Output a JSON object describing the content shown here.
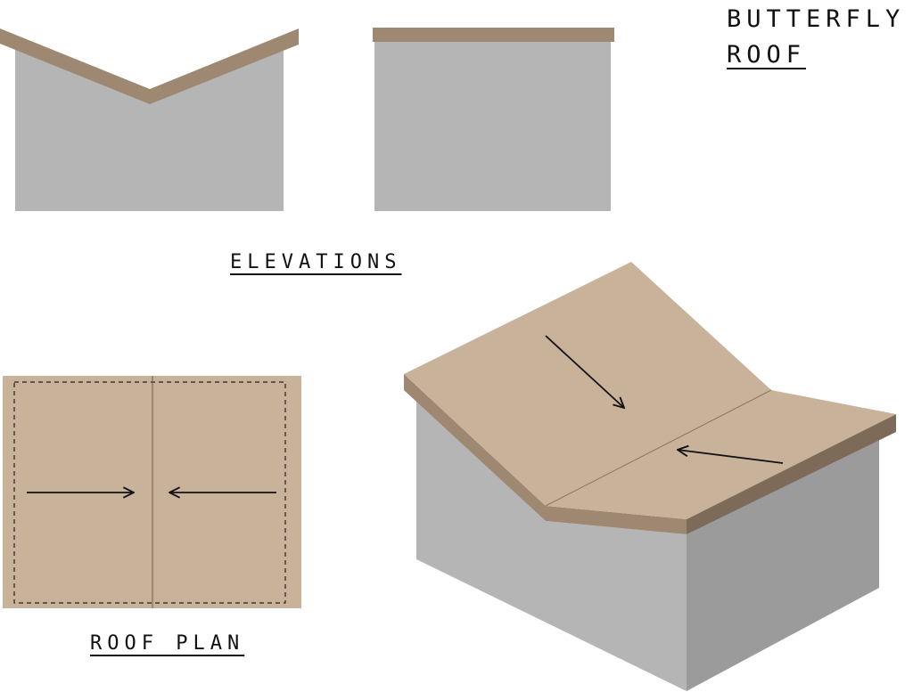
{
  "title": {
    "line1": "BUTTERFLY",
    "line2": "ROOF"
  },
  "labels": {
    "elevations": "ELEVATIONS",
    "roof_plan": "ROOF PLAN"
  },
  "colors": {
    "roof": "#c8b29a",
    "fascia": "#9e8872",
    "fascia_dark": "#7d6a58",
    "wall": "#b4b5b4",
    "wall_dark": "#9b9b9b",
    "line": "#111111"
  }
}
